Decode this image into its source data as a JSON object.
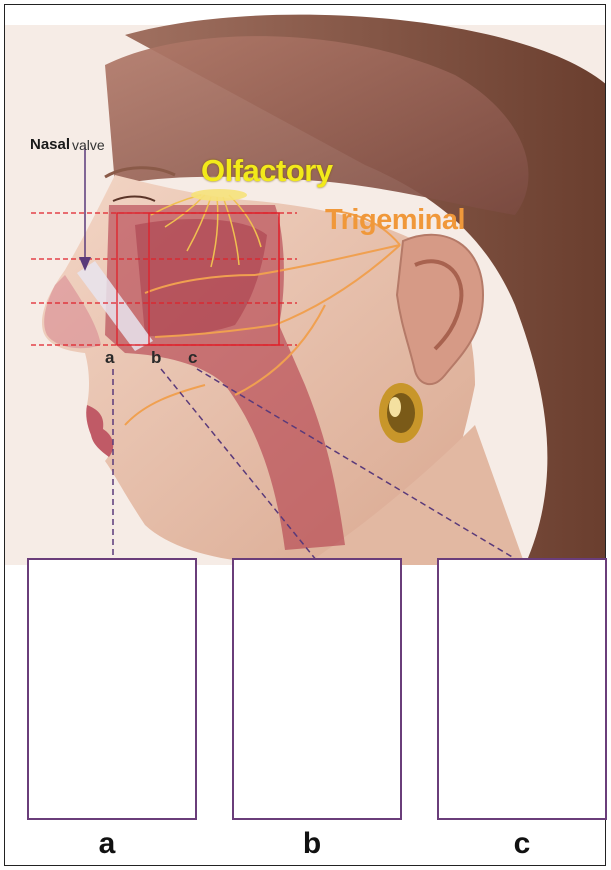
{
  "labels": {
    "nasal": "Nasal",
    "valve": "valve",
    "olfactory": "Olfactory",
    "trigeminal": "Trigeminal",
    "section_a": "a",
    "section_b": "b",
    "section_c": "c"
  },
  "captions": {
    "a": "a",
    "b": "b",
    "c": "c"
  },
  "colors": {
    "olfactory_text": "#f2ea1a",
    "trigeminal_text": "#f0983a",
    "guide_lines": "#e0202a",
    "connector_lines": "#5a3a7a",
    "panel_border": "#6a3d7a",
    "airway": "#b03a4a",
    "nerves": "#f0b04a",
    "cross_section_low": "#2a4fb0",
    "cross_section_mid": "#7ad07a",
    "cross_section_high": "#e8e020"
  }
}
